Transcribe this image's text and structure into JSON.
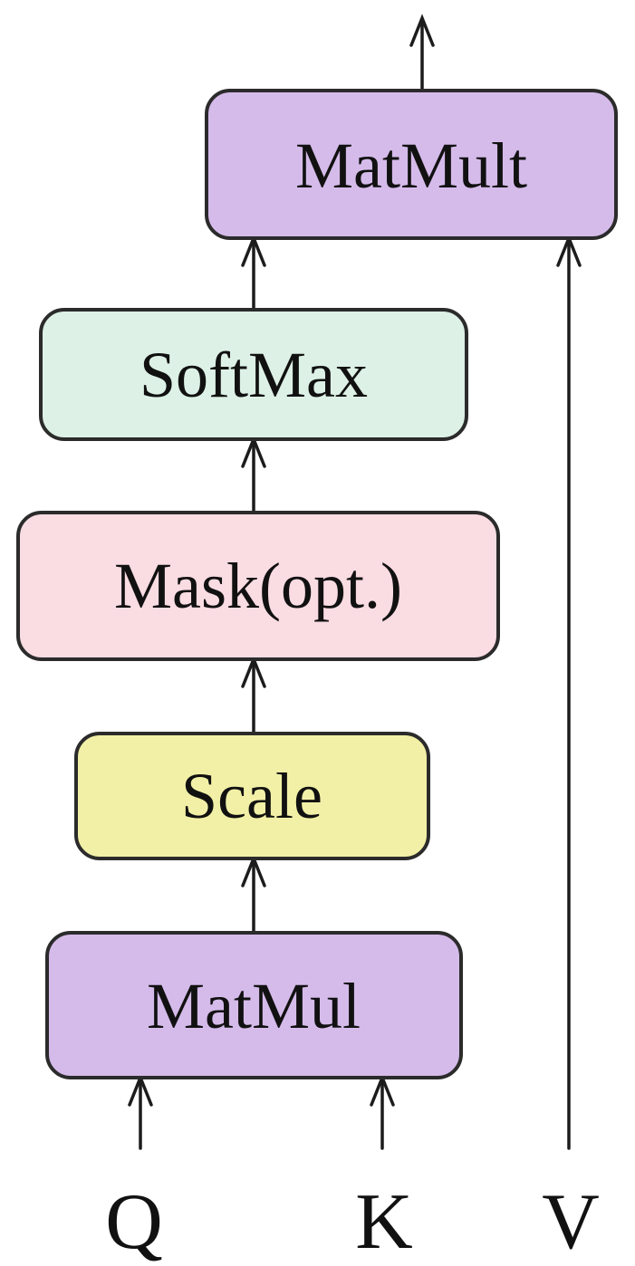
{
  "diagram": {
    "nodes": [
      {
        "id": "matmult-output",
        "label": "MatMult",
        "fill": "#d5bbea"
      },
      {
        "id": "softmax",
        "label": "SoftMax",
        "fill": "#ddf1e6"
      },
      {
        "id": "mask",
        "label": "Mask(opt.)",
        "fill": "#fadce3"
      },
      {
        "id": "scale",
        "label": "Scale",
        "fill": "#f2f0a6"
      },
      {
        "id": "matmul-qk",
        "label": "MatMul",
        "fill": "#d5bbea"
      }
    ],
    "inputs": [
      {
        "id": "q",
        "label": "Q"
      },
      {
        "id": "k",
        "label": "K"
      },
      {
        "id": "v",
        "label": "V"
      }
    ],
    "colors": {
      "border": "#2b2b2b",
      "arrow": "#1c1c1c",
      "text": "#111111",
      "background": "#ffffff"
    }
  }
}
